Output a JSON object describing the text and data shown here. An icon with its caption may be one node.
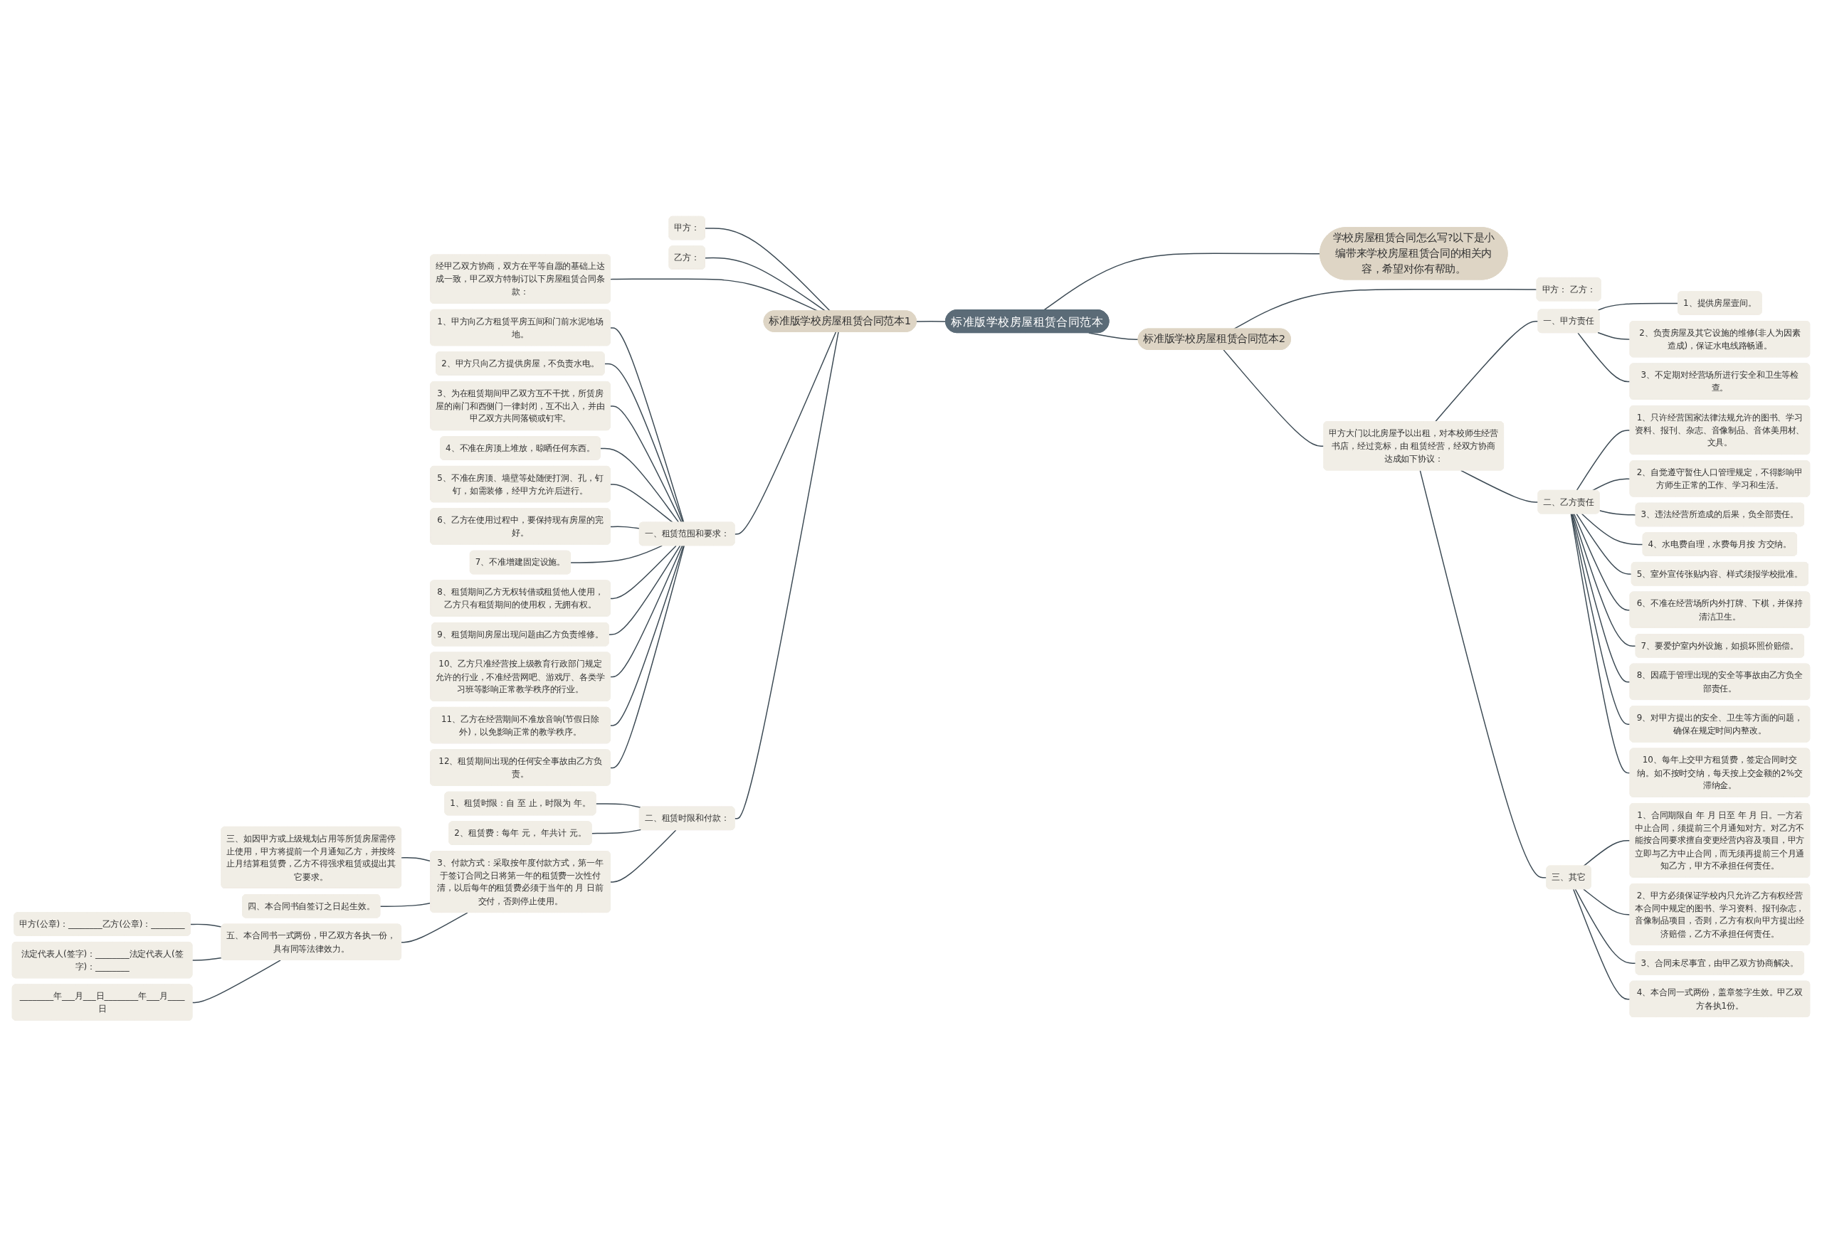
{
  "diagram": {
    "nodes": [
      {
        "text": [
          "标准版学校房屋租赁合同范本"
        ]
      },
      {
        "text": [
          "标准版学校房屋租赁合同范本1"
        ]
      },
      {
        "text": [
          "甲方："
        ]
      },
      {
        "text": [
          "乙方："
        ]
      },
      {
        "text": [
          "经甲乙双方协商，双方在平等自愿的基础上达成一致，甲乙双方特制订以下房屋租赁合同条款："
        ]
      },
      {
        "text": [
          "一、租赁范围和要求："
        ]
      },
      {
        "text": [
          "1、甲方向乙方租赁平房五间和门前水泥地场地。"
        ]
      },
      {
        "text": [
          "2、甲方只向乙方提供房屋，不负责水电。"
        ]
      },
      {
        "text": [
          "3、为在租赁期间甲乙双方互不干扰，所赁房屋的南门和西侧门一律封闭，互不出入，并由甲乙双方共同落锁或钉牢。"
        ]
      },
      {
        "text": [
          "4、不准在房顶上堆放，晾晒任何东西。"
        ]
      },
      {
        "text": [
          "5、不准在房顶、墙壁等处随便打洞、孔，钉钉，如需装修，经甲方允许后进行。"
        ]
      },
      {
        "text": [
          "6、乙方在使用过程中，要保持现有房屋的完好。"
        ]
      },
      {
        "text": [
          "7、不准增建固定设施。"
        ]
      },
      {
        "text": [
          "8、租赁期间乙方无权转借或租赁他人使用，乙方只有租赁期间的使用权，无拥有权。"
        ]
      },
      {
        "text": [
          "9、租赁期间房屋出现问题由乙方负责维修。"
        ]
      },
      {
        "text": [
          "10、乙方只准经营按上级教育行政部门规定允许的行业，不准经营网吧、游戏厅、各类学习班等影响正常教学秩序的行业。"
        ]
      },
      {
        "text": [
          "11、乙方在经营期间不准放音响(节假日除外)，以免影响正常的教学秩序。"
        ]
      },
      {
        "text": [
          "12、租赁期间出现的任何安全事故由乙方负责。"
        ]
      },
      {
        "text": [
          "二、租赁时限和付款："
        ]
      },
      {
        "text": [
          "1、租赁时限：自 至 止，时限为 年。"
        ]
      },
      {
        "text": [
          "2、租赁费：每年 元， 年共计 元。"
        ]
      },
      {
        "text": [
          "3、付款方式：采取按年度付款方式，第一年于签订合同之日将第一年的租赁费一次性付清，以后每年的租赁费必须于当年的 月 日前交付，否则停止使用。"
        ]
      },
      {
        "text": [
          "三、如因甲方或上级规划占用等所赁房屋需停止使用，甲方将提前一个月通知乙方，并按终止月结算租赁费，乙方不得强求租赁或提出其它要求。"
        ]
      },
      {
        "text": [
          "四、本合同书自签订之日起生效。"
        ]
      },
      {
        "text": [
          "五、本合同书一式两份，甲乙双方各执一份，具有同等法律效力。"
        ]
      },
      {
        "text": [
          "甲方(公章)：________乙方(公章)：________"
        ]
      },
      {
        "text": [
          "法定代表人(签字)：________法定代表人(签字)：________"
        ]
      },
      {
        "text": [
          "________年___月___日________年___月____日"
        ]
      },
      {
        "text": [
          "学校房屋租赁合同怎么写?以下是小编带来学校房屋租赁合同的相关内容，希望对你有帮助。"
        ]
      },
      {
        "text": [
          "标准版学校房屋租赁合同范本2"
        ]
      },
      {
        "text": [
          "甲方： 乙方："
        ]
      },
      {
        "text": [
          "甲方大门以北房屋予以出租，对本校师生经营书店，经过竞标，由 租赁经营，经双方协商达成如下协议："
        ]
      },
      {
        "text": [
          "一、甲方责任"
        ]
      },
      {
        "text": [
          "1、提供房屋壹间。"
        ]
      },
      {
        "text": [
          "2、负责房屋及其它设施的维修(非人为因素造成)，保证水电线路畅通。"
        ]
      },
      {
        "text": [
          "3、不定期对经营场所进行安全和卫生等检查。"
        ]
      },
      {
        "text": [
          "二、乙方责任"
        ]
      },
      {
        "text": [
          "1、只许经营国家法律法规允许的图书、学习资料、报刊、杂志、音像制品、音体美用材、文具。"
        ]
      },
      {
        "text": [
          "2、自觉遵守暂住人口管理规定，不得影响甲方师生正常的工作、学习和生活。"
        ]
      },
      {
        "text": [
          "3、违法经营所造成的后果，负全部责任。"
        ]
      },
      {
        "text": [
          "4、水电费自理，水费每月按 方交纳。"
        ]
      },
      {
        "text": [
          "5、室外宣传张贴内容、样式须报学校批准。"
        ]
      },
      {
        "text": [
          "6、不准在经营场所内外打牌、下棋，并保持清洁卫生。"
        ]
      },
      {
        "text": [
          "7、要爱护室内外设施，如损坏照价赔偿。"
        ]
      },
      {
        "text": [
          "8、因疏于管理出现的安全等事故由乙方负全部责任。"
        ]
      },
      {
        "text": [
          "9、对甲方提出的安全、卫生等方面的问题，确保在规定时间内整改。"
        ]
      },
      {
        "text": [
          "10、每年上交甲方租赁费，签定合同时交纳。如不按时交纳，每天按上交金额的2%交滞纳金。"
        ]
      },
      {
        "text": [
          "三、其它"
        ]
      },
      {
        "text": [
          "1、合同期限自 年 月 日至 年 月 日。一方若中止合同，须提前三个月通知对方。对乙方不能按合同要求擅自变更经营内容及项目，甲方立即与乙方中止合同，而无须再提前三个月通知乙方，甲方不承担任何责任。"
        ]
      },
      {
        "text": [
          "2、甲方必须保证学校内只允许乙方有权经营本合同中规定的图书、学习资料、报刊杂志，音像制品项目，否则，乙方有权向甲方提出经济赔偿，乙方不承担任何责任。"
        ]
      },
      {
        "text": [
          "3、合同未尽事宜，由甲乙双方协商解决。"
        ]
      },
      {
        "text": [
          "4、本合同一式两份，盖章签字生效。甲乙双方各执1份。"
        ]
      }
    ],
    "edges": [
      {
        "from": 0,
        "to": 1,
        "arrow": "none"
      },
      {
        "from": 1,
        "to": 2,
        "arrow": "none"
      },
      {
        "from": 1,
        "to": 3,
        "arrow": "none"
      },
      {
        "from": 1,
        "to": 4,
        "arrow": "none"
      },
      {
        "from": 1,
        "to": 5,
        "arrow": "none"
      },
      {
        "from": 5,
        "to": 6,
        "arrow": "none"
      },
      {
        "from": 5,
        "to": 7,
        "arrow": "none"
      },
      {
        "from": 5,
        "to": 8,
        "arrow": "none"
      },
      {
        "from": 5,
        "to": 9,
        "arrow": "none"
      },
      {
        "from": 5,
        "to": 10,
        "arrow": "none"
      },
      {
        "from": 5,
        "to": 11,
        "arrow": "none"
      },
      {
        "from": 5,
        "to": 12,
        "arrow": "none"
      },
      {
        "from": 5,
        "to": 13,
        "arrow": "none"
      },
      {
        "from": 5,
        "to": 14,
        "arrow": "none"
      },
      {
        "from": 5,
        "to": 15,
        "arrow": "none"
      },
      {
        "from": 5,
        "to": 16,
        "arrow": "none"
      },
      {
        "from": 5,
        "to": 17,
        "arrow": "none"
      },
      {
        "from": 1,
        "to": 18,
        "arrow": "none"
      },
      {
        "from": 18,
        "to": 19,
        "arrow": "none"
      },
      {
        "from": 18,
        "to": 20,
        "arrow": "none"
      },
      {
        "from": 18,
        "to": 21,
        "arrow": "none"
      },
      {
        "from": 21,
        "to": 22,
        "arrow": "none"
      },
      {
        "from": 21,
        "to": 23,
        "arrow": "none"
      },
      {
        "from": 21,
        "to": 24,
        "arrow": "none"
      },
      {
        "from": 24,
        "to": 25,
        "arrow": "none"
      },
      {
        "from": 24,
        "to": 26,
        "arrow": "none"
      },
      {
        "from": 24,
        "to": 27,
        "arrow": "none"
      },
      {
        "from": 0,
        "to": 28,
        "arrow": "none"
      },
      {
        "from": 0,
        "to": 29,
        "arrow": "none"
      },
      {
        "from": 29,
        "to": 30,
        "arrow": "none"
      },
      {
        "from": 29,
        "to": 31,
        "arrow": "none"
      },
      {
        "from": 31,
        "to": 32,
        "arrow": "none"
      },
      {
        "from": 32,
        "to": 33,
        "arrow": "none"
      },
      {
        "from": 32,
        "to": 34,
        "arrow": "none"
      },
      {
        "from": 32,
        "to": 35,
        "arrow": "none"
      },
      {
        "from": 31,
        "to": 36,
        "arrow": "none"
      },
      {
        "from": 36,
        "to": 37,
        "arrow": "none"
      },
      {
        "from": 36,
        "to": 38,
        "arrow": "none"
      },
      {
        "from": 36,
        "to": 39,
        "arrow": "none"
      },
      {
        "from": 36,
        "to": 40,
        "arrow": "none"
      },
      {
        "from": 36,
        "to": 41,
        "arrow": "none"
      },
      {
        "from": 36,
        "to": 42,
        "arrow": "none"
      },
      {
        "from": 36,
        "to": 43,
        "arrow": "none"
      },
      {
        "from": 36,
        "to": 44,
        "arrow": "none"
      },
      {
        "from": 36,
        "to": 45,
        "arrow": "none"
      },
      {
        "from": 36,
        "to": 46,
        "arrow": "none"
      },
      {
        "from": 31,
        "to": 47,
        "arrow": "none"
      },
      {
        "from": 47,
        "to": 48,
        "arrow": "none"
      },
      {
        "from": 47,
        "to": 49,
        "arrow": "none"
      },
      {
        "from": 47,
        "to": 50,
        "arrow": "none"
      },
      {
        "from": 47,
        "to": 51,
        "arrow": "none"
      }
    ]
  }
}
